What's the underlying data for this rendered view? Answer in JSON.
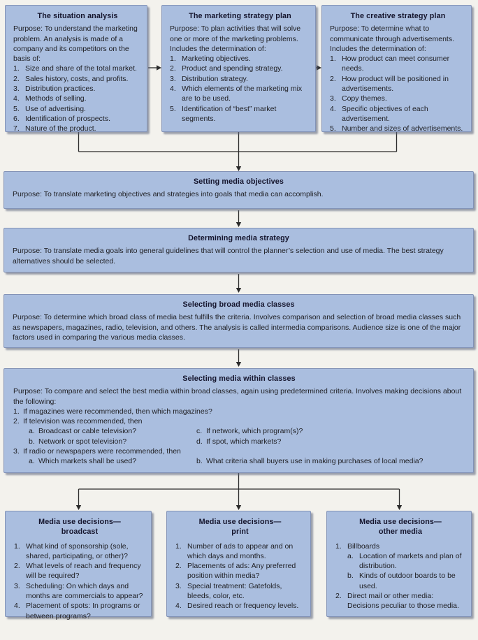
{
  "colors": {
    "page_background": "#f3f2ed",
    "box_fill": "#aabedf",
    "box_border": "#8292b6",
    "title_text": "#15152d",
    "body_text": "#1e1e22",
    "arrow": "#2b2b2b"
  },
  "top_boxes": [
    {
      "title": "The situation analysis",
      "intro": "Purpose: To understand the marketing problem. An analysis is made of a company and its competitors on the basis of:",
      "items": [
        {
          "m": "1.",
          "t": "Size and share of the total market."
        },
        {
          "m": "2.",
          "t": "Sales history, costs, and profits."
        },
        {
          "m": "3.",
          "t": "Distribution practices."
        },
        {
          "m": "4.",
          "t": "Methods of selling."
        },
        {
          "m": "5.",
          "t": "Use of advertising."
        },
        {
          "m": "6.",
          "t": "Identification of prospects."
        },
        {
          "m": "7.",
          "t": "Nature of the product."
        }
      ]
    },
    {
      "title": "The marketing strategy plan",
      "intro": "Purpose: To plan activities that will solve one or more of the marketing problems. Includes the determination of:",
      "items": [
        {
          "m": "1.",
          "t": "Marketing objectives."
        },
        {
          "m": "2.",
          "t": "Product and spending strategy."
        },
        {
          "m": "3.",
          "t": "Distribution strategy."
        },
        {
          "m": "4.",
          "t": "Which elements of the marketing mix are to be used."
        },
        {
          "m": "5.",
          "t": "Identification of “best” market segments."
        }
      ]
    },
    {
      "title": "The creative strategy plan",
      "intro": "Purpose: To determine what to communicate through advertisements. Includes the determination of:",
      "items": [
        {
          "m": "1.",
          "t": "How product can meet consumer needs."
        },
        {
          "m": "2.",
          "t": "How product will be positioned in advertisements."
        },
        {
          "m": "3.",
          "t": "Copy themes."
        },
        {
          "m": "4.",
          "t": "Specific objectives of each advertisement."
        },
        {
          "m": "5.",
          "t": "Number and sizes of advertisements."
        }
      ]
    }
  ],
  "full_boxes": [
    {
      "title": "Setting media objectives",
      "body": "Purpose: To translate marketing objectives and strategies into goals that media can accomplish."
    },
    {
      "title": "Determining media strategy",
      "body": "Purpose: To translate media goals into general guidelines that will control the planner’s selection and use of media. The best strategy alternatives should be selected."
    },
    {
      "title": "Selecting broad media classes",
      "body": "Purpose: To determine which broad class of media best fulfills the criteria. Involves comparison and selection of broad media classes such as newspapers, magazines, radio, television, and others. The analysis is called intermedia comparisons. Audience size is one of the major factors used in comparing the various media classes."
    }
  ],
  "within_box": {
    "title": "Selecting media within classes",
    "intro": "Purpose: To compare and select the best media within broad classes, again using predetermined criteria. Involves making decisions about the following:",
    "item1": {
      "m": "1.",
      "t": "If magazines were recommended, then which magazines?"
    },
    "item2": {
      "m": "2.",
      "t": "If television was recommended, then"
    },
    "row_ac": {
      "left": {
        "m": "a.",
        "t": "Broadcast or cable television?"
      },
      "right": {
        "m": "c.",
        "t": "If network, which program(s)?"
      }
    },
    "row_bd": {
      "left": {
        "m": "b.",
        "t": "Network or spot television?"
      },
      "right": {
        "m": "d.",
        "t": "If spot, which markets?"
      }
    },
    "item3": {
      "m": "3.",
      "t": "If radio or newspapers were recommended, then"
    },
    "row_ab": {
      "left": {
        "m": "a.",
        "t": "Which markets shall be used?"
      },
      "right": {
        "m": "b.",
        "t": "What criteria shall buyers use in making purchases of local media?"
      }
    }
  },
  "bottom_boxes": [
    {
      "title_line1": "Media use decisions—",
      "title_line2": "broadcast",
      "items": [
        {
          "m": "1.",
          "t": "What kind of sponsorship (sole, shared, participating, or other)?"
        },
        {
          "m": "2.",
          "t": "What levels of reach and frequency will be required?"
        },
        {
          "m": "3.",
          "t": "Scheduling: On which days and months are commercials to appear?"
        },
        {
          "m": "4.",
          "t": "Placement of spots: In programs or between programs?"
        }
      ]
    },
    {
      "title_line1": "Media use decisions—",
      "title_line2": "print",
      "items": [
        {
          "m": "1.",
          "t": "Number of ads to appear and on which days and months."
        },
        {
          "m": "2.",
          "t": "Placements of ads: Any preferred position within media?"
        },
        {
          "m": "3.",
          "t": "Special treatment: Gatefolds, bleeds, color, etc."
        },
        {
          "m": "4.",
          "t": "Desired reach or frequency levels."
        }
      ]
    },
    {
      "title_line1": "Media use decisions—",
      "title_line2": "other media",
      "items": [
        {
          "m": "1.",
          "t": "Billboards"
        },
        {
          "m": "a.",
          "t": "Location of markets and plan of distribution.",
          "sub": true
        },
        {
          "m": "b.",
          "t": "Kinds of outdoor boards to be used.",
          "sub": true
        },
        {
          "m": "2.",
          "t": "Direct mail or other media: Decisions peculiar to those media."
        }
      ]
    }
  ]
}
